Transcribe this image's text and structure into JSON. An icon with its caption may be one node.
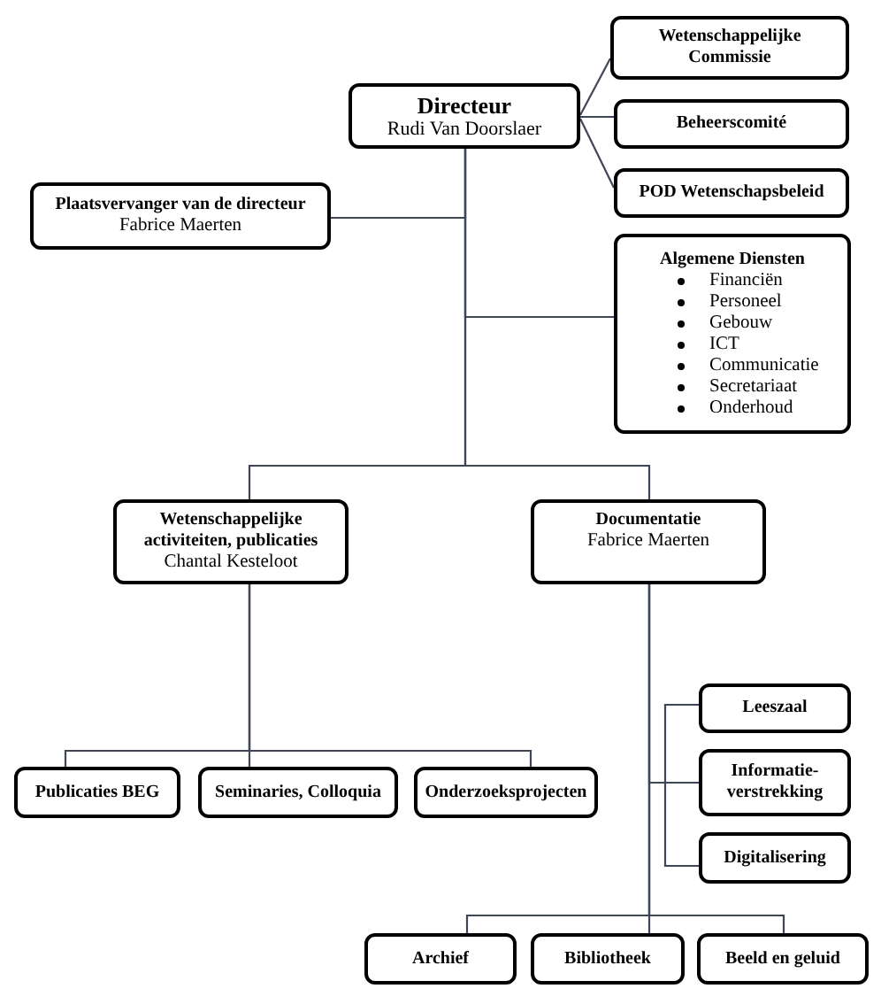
{
  "diagram": {
    "nodes": [
      {
        "text": [
          "Directeur",
          "Rudi Van Doorslaer"
        ]
      },
      {
        "text": [
          "Wetenschappelijke Commissie"
        ]
      },
      {
        "text": [
          "Beheerscomité"
        ]
      },
      {
        "text": [
          "POD Wetenschapsbeleid"
        ]
      },
      {
        "text": [
          "Plaatsvervanger van de directeur",
          "Fabrice Maerten"
        ]
      },
      {
        "text": [
          "Algemene Diensten",
          "Financiën",
          "Personeel",
          "Gebouw",
          "ICT",
          "Communicatie",
          "Secretariaat",
          "Onderhoud"
        ]
      },
      {
        "text": [
          "Wetenschappelijke activiteiten, publicaties",
          "Chantal Kesteloot"
        ]
      },
      {
        "text": [
          "Documentatie",
          "Fabrice Maerten"
        ]
      },
      {
        "text": [
          "Publicaties BEG"
        ]
      },
      {
        "text": [
          "Seminaries, Colloquia"
        ]
      },
      {
        "text": [
          "Onderzoeksprojecten"
        ]
      },
      {
        "text": [
          "Leeszaal"
        ]
      },
      {
        "text": [
          "Informatie-verstrekking"
        ]
      },
      {
        "text": [
          "Digitalisering"
        ]
      },
      {
        "text": [
          "Archief"
        ]
      },
      {
        "text": [
          "Bibliotheek"
        ]
      },
      {
        "text": [
          "Beeld en geluid"
        ]
      }
    ],
    "edges": [
      {
        "from": 0,
        "to": 1,
        "arrow": "none"
      },
      {
        "from": 0,
        "to": 2,
        "arrow": "none"
      },
      {
        "from": 0,
        "to": 3,
        "arrow": "none"
      },
      {
        "from": 0,
        "to": 4,
        "arrow": "none"
      },
      {
        "from": 0,
        "to": 5,
        "arrow": "none"
      },
      {
        "from": 0,
        "to": 6,
        "arrow": "none"
      },
      {
        "from": 0,
        "to": 7,
        "arrow": "none"
      },
      {
        "from": 6,
        "to": 8,
        "arrow": "none"
      },
      {
        "from": 6,
        "to": 9,
        "arrow": "none"
      },
      {
        "from": 6,
        "to": 10,
        "arrow": "none"
      },
      {
        "from": 7,
        "to": 11,
        "arrow": "none"
      },
      {
        "from": 7,
        "to": 12,
        "arrow": "none"
      },
      {
        "from": 7,
        "to": 13,
        "arrow": "none"
      },
      {
        "from": 7,
        "to": 14,
        "arrow": "none"
      },
      {
        "from": 7,
        "to": 15,
        "arrow": "none"
      },
      {
        "from": 7,
        "to": 16,
        "arrow": "none"
      }
    ]
  }
}
